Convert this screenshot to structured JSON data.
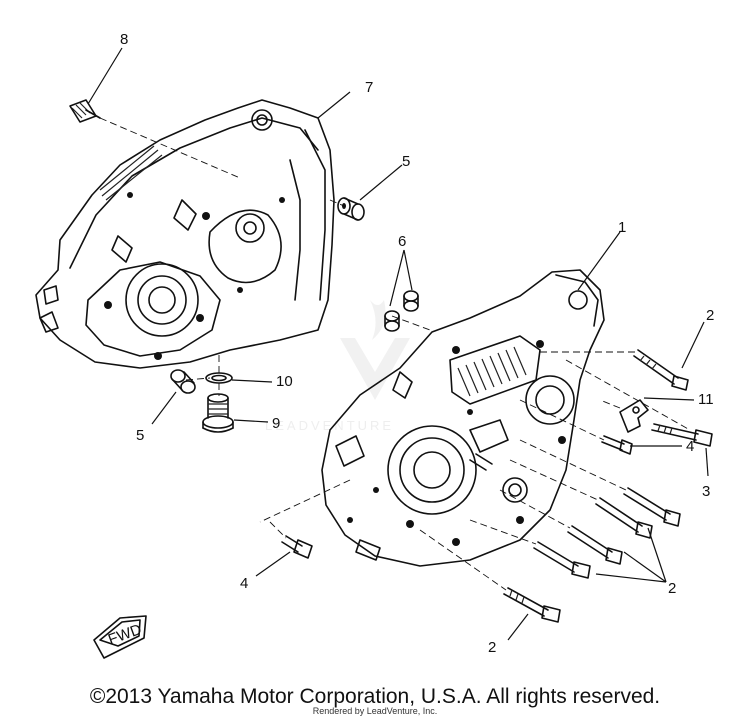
{
  "callouts": [
    {
      "id": "c8",
      "label": "8"
    },
    {
      "id": "c7",
      "label": "7"
    },
    {
      "id": "c5a",
      "label": "5"
    },
    {
      "id": "c6",
      "label": "6"
    },
    {
      "id": "c1",
      "label": "1"
    },
    {
      "id": "c2a",
      "label": "2"
    },
    {
      "id": "c10",
      "label": "10"
    },
    {
      "id": "c11",
      "label": "11"
    },
    {
      "id": "c5b",
      "label": "5"
    },
    {
      "id": "c9",
      "label": "9"
    },
    {
      "id": "c4a",
      "label": "4"
    },
    {
      "id": "c3",
      "label": "3"
    },
    {
      "id": "c4b",
      "label": "4"
    },
    {
      "id": "c2b",
      "label": "2"
    },
    {
      "id": "c2c",
      "label": "2"
    }
  ],
  "fwd_label": "FWD",
  "watermark_text": "LEADVENTURE",
  "copyright": "©2013 Yamaha Motor Corporation, U.S.A. All rights reserved.",
  "rendered_by": "Rendered by LeadVenture, Inc."
}
